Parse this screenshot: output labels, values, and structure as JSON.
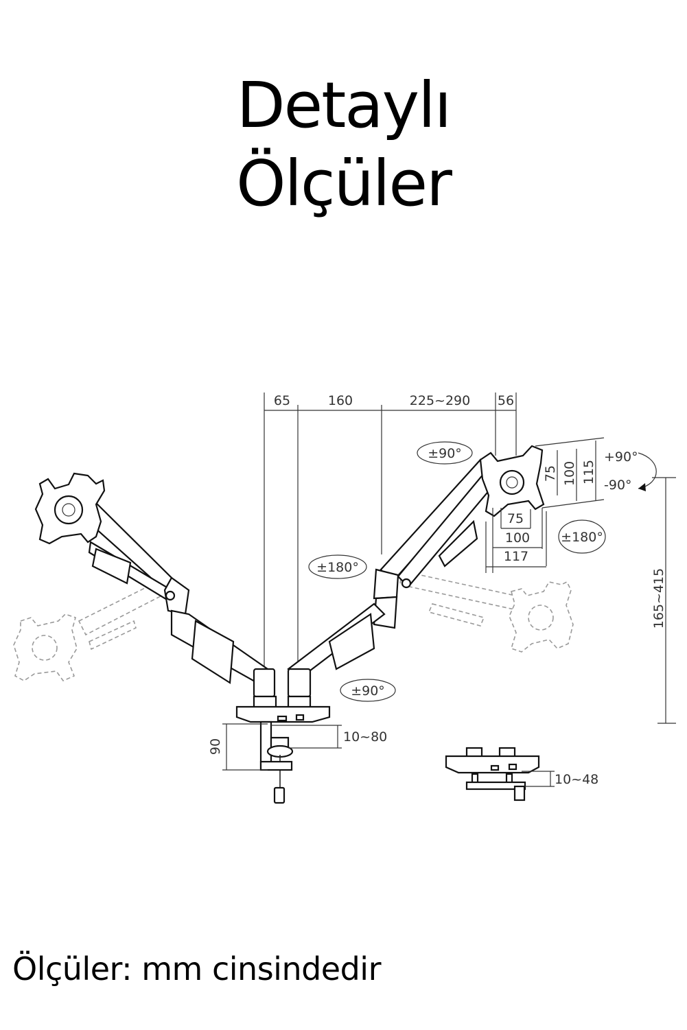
{
  "heading": {
    "line1": "Detaylı",
    "line2": "Ölçüler"
  },
  "footer": "Ölçüler: mm cinsindedir",
  "dimensions": {
    "d65": "65",
    "d160": "160",
    "d225_290": "225~290",
    "d56": "56",
    "v75": "75",
    "v100": "100",
    "v115": "115",
    "h75": "75",
    "h100": "100",
    "h117": "117",
    "height": "165~415",
    "clamp_height": "90",
    "clamp_range": "10~80",
    "grommet_range": "10~48"
  },
  "angles": {
    "tilt_up": "+90°",
    "tilt_down": "-90°",
    "swivel_top": "±90°",
    "rotate_right": "±180°",
    "rotate_mid": "±180°",
    "swivel_bottom": "±90°"
  }
}
